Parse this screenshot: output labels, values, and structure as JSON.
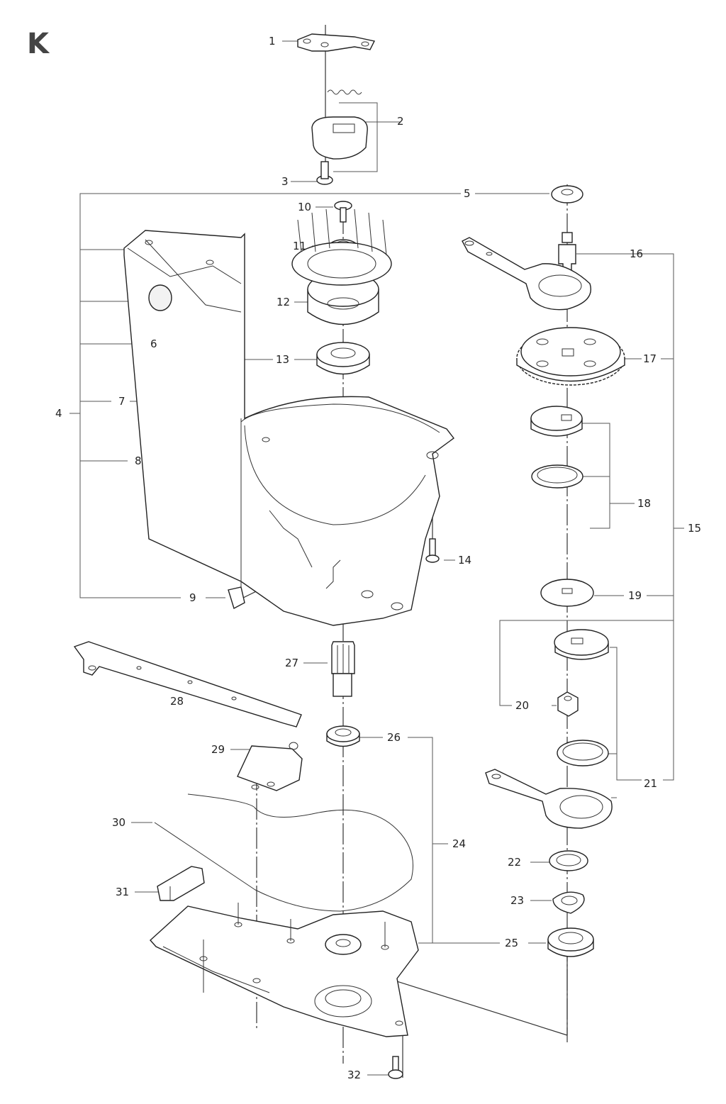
{
  "page": {
    "section_letter": "K"
  },
  "callouts": {
    "n1": "1",
    "n2": "2",
    "n3": "3",
    "n4": "4",
    "n5": "5",
    "n6": "6",
    "n7": "7",
    "n8": "8",
    "n9": "9",
    "n10": "10",
    "n11": "11",
    "n12": "12",
    "n13": "13",
    "n14": "14",
    "n15": "15",
    "n16": "16",
    "n17": "17",
    "n18": "18",
    "n19": "19",
    "n20": "20",
    "n21": "21",
    "n22": "22",
    "n23": "23",
    "n24": "24",
    "n25": "25",
    "n26": "26",
    "n27": "27",
    "n28": "28",
    "n29": "29",
    "n30": "30",
    "n31": "31",
    "n32": "32"
  },
  "colors": {
    "ink": "#222222",
    "leader": "#555555",
    "background": "#ffffff"
  }
}
